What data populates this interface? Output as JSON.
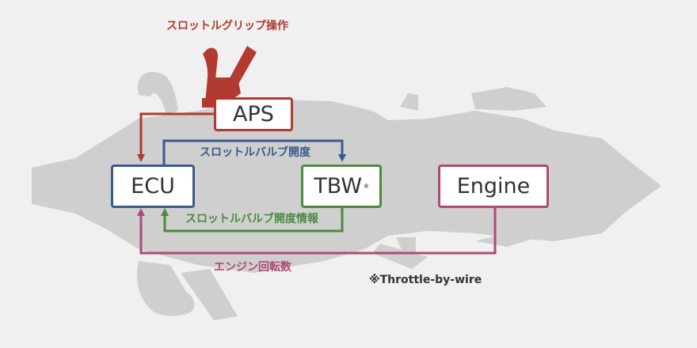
{
  "colors": {
    "background": "#f0f0f0",
    "silhouette": "#cfcfcf",
    "aps": "#b23a31",
    "ecu": "#3b5a8c",
    "tbw": "#4c8a3f",
    "engine": "#b04878",
    "text": "#333333"
  },
  "diagram": {
    "nodes": {
      "aps": "APS",
      "ecu": "ECU",
      "tbw": "TBW",
      "tbw_note_mark": "※",
      "engine": "Engine"
    },
    "labels": {
      "throttle_grip": "スロットルグリップ操作",
      "valve_opening": "スロットルバルブ開度",
      "valve_opening_info": "スロットルバルブ開度情報",
      "engine_rpm": "エンジン回転数"
    },
    "footnote": "※Throttle-by-wire",
    "edges": [
      {
        "from": "aps",
        "to": "ecu"
      },
      {
        "from": "ecu",
        "to": "tbw",
        "label": "valve_opening"
      },
      {
        "from": "tbw",
        "to": "ecu",
        "label": "valve_opening_info"
      },
      {
        "from": "engine",
        "to": "ecu",
        "label": "engine_rpm"
      }
    ]
  }
}
